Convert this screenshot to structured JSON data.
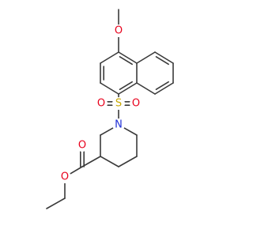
{
  "colors": {
    "bond": "#3a3a3a",
    "O": "#e8001c",
    "S": "#c8a800",
    "N": "#1f2fd6"
  },
  "atoms": [
    {
      "id": "O_me",
      "symbol": "O",
      "label": "O"
    },
    {
      "id": "S1",
      "symbol": "S",
      "label": "S"
    },
    {
      "id": "O_s1",
      "symbol": "O",
      "label": "O"
    },
    {
      "id": "O_s2",
      "symbol": "O",
      "label": "O"
    },
    {
      "id": "N1",
      "symbol": "N",
      "label": "N"
    },
    {
      "id": "O_c1",
      "symbol": "O",
      "label": "O"
    },
    {
      "id": "O_e",
      "symbol": "O",
      "label": "O"
    }
  ]
}
